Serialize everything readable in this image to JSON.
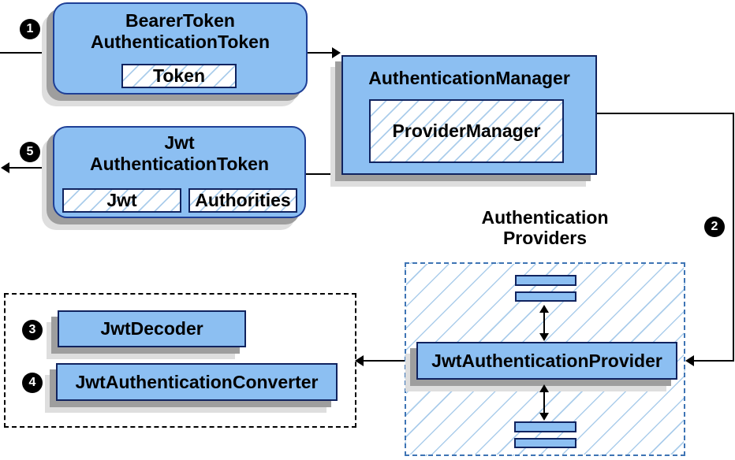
{
  "badges": [
    "1",
    "2",
    "3",
    "4",
    "5"
  ],
  "bearer_token_box": {
    "title_line1": "BearerToken",
    "title_line2": "AuthenticationToken",
    "token_chip": "Token"
  },
  "authentication_manager_box": {
    "title": "AuthenticationManager",
    "provider_manager_chip": "ProviderManager"
  },
  "jwt_token_box": {
    "title_line1": "Jwt",
    "title_line2": "AuthenticationToken",
    "jwt_chip": "Jwt",
    "authorities_chip": "Authorities"
  },
  "authentication_providers": {
    "title_line1": "Authentication",
    "title_line2": "Providers",
    "provider_box": "JwtAuthenticationProvider"
  },
  "jwt_tools_box": {
    "decoder": "JwtDecoder",
    "converter": "JwtAuthenticationConverter"
  },
  "colors": {
    "box_fill": "#8cbff2",
    "box_border_dark": "#10235f",
    "rounded_border": "#1e3f96",
    "hatch_line": "#abcdeb",
    "dashed_blue": "#3e74b4",
    "shadow_dark": "#9e9e9e",
    "shadow_light": "#dedede",
    "line": "#000000",
    "badge_bg": "#000000",
    "badge_text": "#ffffff"
  }
}
